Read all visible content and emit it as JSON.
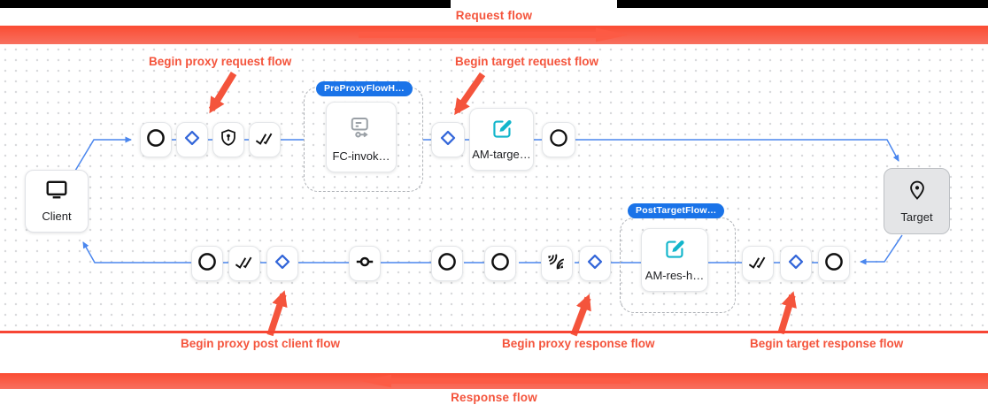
{
  "banners": {
    "request_flow_label": "Request flow",
    "response_flow_label": "Response flow"
  },
  "annotations": {
    "begin_proxy_request": "Begin proxy request flow",
    "begin_target_request": "Begin target request flow",
    "begin_proxy_post_client": "Begin proxy post client flow",
    "begin_proxy_response": "Begin proxy response flow",
    "begin_target_response": "Begin target response flow"
  },
  "endpoints": {
    "client_label": "Client",
    "target_label": "Target"
  },
  "flow_groups": {
    "pre_proxy_badge": "PreProxyFlowH…",
    "post_target_badge": "PostTargetFlow…"
  },
  "policies": {
    "fc_invoke_label": "FC-invok…",
    "am_target_label": "AM-targe…",
    "am_response_label": "AM-res-h…"
  },
  "steps": {
    "proxy_request": [
      "circle-icon",
      "diamond-icon",
      "shield-keyhole-icon",
      "double-check-icon"
    ],
    "target_request": [
      "diamond-icon",
      "circle-icon"
    ],
    "proxy_post_client": [
      "circle-icon",
      "double-check-icon",
      "diamond-icon",
      "commit-icon"
    ],
    "proxy_response": [
      "circle-icon",
      "circle-icon",
      "signal-icon",
      "diamond-icon"
    ],
    "target_response": [
      "double-check-icon",
      "diamond-icon",
      "circle-icon"
    ]
  },
  "colors": {
    "annotation_red": "#f4543c",
    "bar_red_top": "#fb4c33",
    "bar_red_bottom": "#f8705f",
    "flow_line_blue": "#4a86ee",
    "badge_blue": "#1a73e8",
    "diamond_blue": "#3366d9",
    "edit_teal": "#12b5cb",
    "icon_gray": "#9aa0a6",
    "node_text": "#202124"
  }
}
